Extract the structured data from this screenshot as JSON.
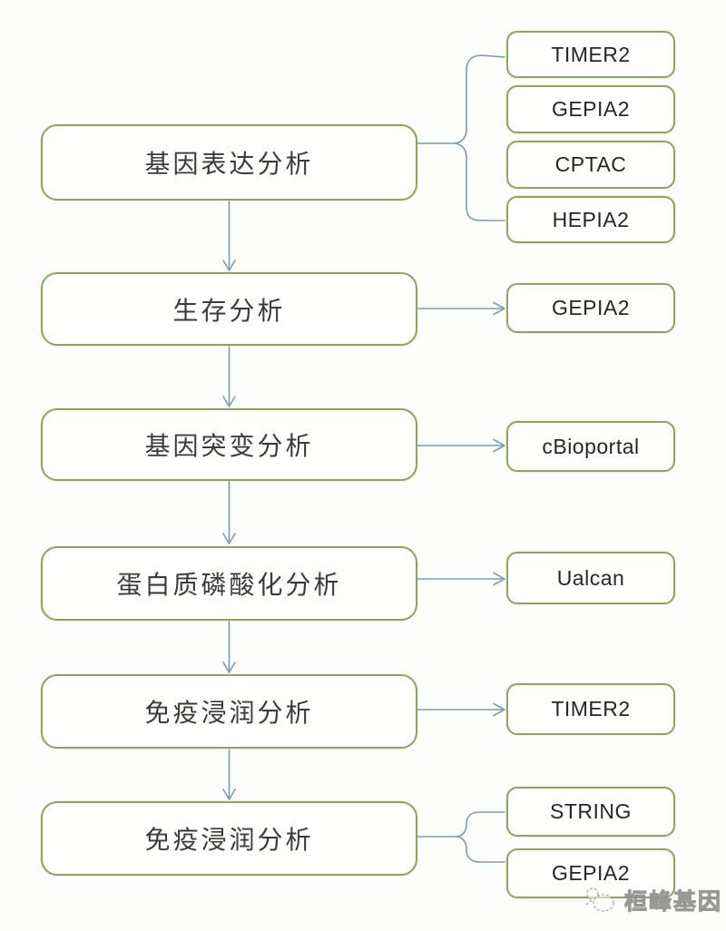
{
  "diagram": {
    "steps": [
      {
        "label": "基因表达分析",
        "tools": [
          "TIMER2",
          "GEPIA2",
          "CPTAC",
          "HEPIA2"
        ]
      },
      {
        "label": "生存分析",
        "tools": [
          "GEPIA2"
        ]
      },
      {
        "label": "基因突变分析",
        "tools": [
          "cBioportal"
        ]
      },
      {
        "label": "蛋白质磷酸化分析",
        "tools": [
          "Ualcan"
        ]
      },
      {
        "label": "免疫浸润分析",
        "tools": [
          "TIMER2"
        ]
      },
      {
        "label": "免疫浸润分析",
        "tools": [
          "STRING",
          "GEPIA2"
        ]
      }
    ],
    "watermark": {
      "label": "桓峰基因",
      "icon": "doodle-logo-icon"
    },
    "colors": {
      "box_border": "#8ba660",
      "box_fill": "#fffffe",
      "connector": "#7c9cb5",
      "step_text": "#3b3b3b",
      "tool_text": "#262626",
      "watermark": "#acacac",
      "background": "#fdfdfb"
    }
  }
}
